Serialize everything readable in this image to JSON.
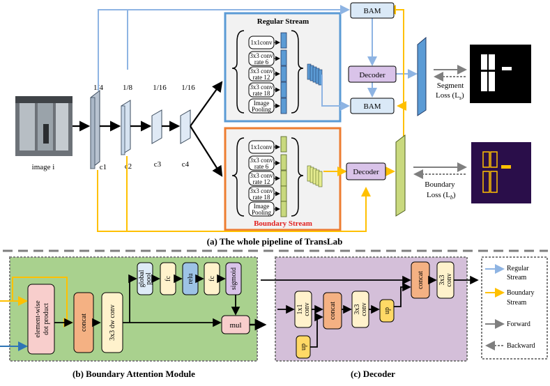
{
  "colors": {
    "regular_stream": "#8eb4e3",
    "boundary_stream": "#ffc000",
    "regular_box": "#5b9bd5",
    "boundary_box": "#ed7d31",
    "bam_fill": "#dae9f7",
    "decoder_fill": "#d9c3e9",
    "bam_module_bg": "#a9d18e",
    "decoder_module_bg": "#d4bfd9",
    "concat_fill": "#f4b183",
    "fc_fill": "#fff2cc",
    "relu_fill": "#9dc3e6",
    "sigmoid_fill": "#d9c3e9",
    "mul_fill": "#f8cecc",
    "regular_mask_fill": "#ffffff",
    "boundary_mask_fill": "#ffc000"
  },
  "pipeline": {
    "input_label": "image i",
    "scales": [
      "1/4",
      "1/8",
      "1/16",
      "1/16"
    ],
    "features": [
      "c1",
      "c2",
      "c3",
      "c4"
    ],
    "regular_stream_title": "Regular Stream",
    "boundary_stream_title": "Boundary Stream",
    "aspp_items": [
      {
        "line1": "1x1conv",
        "line2": ""
      },
      {
        "line1": "3x3 conv",
        "line2": "rate 6"
      },
      {
        "line1": "3x3 conv",
        "line2": "rate 12"
      },
      {
        "line1": "3x3 conv",
        "line2": "rate 18"
      },
      {
        "line1": "Image",
        "line2": "Pooling"
      }
    ],
    "bam_label": "BAM",
    "decoder_label": "Decoder",
    "segment_loss_line1": "Segment",
    "segment_loss_line2": "Loss (L",
    "segment_loss_sub": "s",
    "boundary_loss_line1": "Boundary",
    "boundary_loss_line2": "Loss (L",
    "boundary_loss_sub": "b",
    "caption": "(a) The whole pipeline of TransLab"
  },
  "bam_module": {
    "dot_product_line1": "element-wise",
    "dot_product_line2": "dot product",
    "concat": "concat",
    "dw_conv": "3x3 dw conv",
    "global_pool_line1": "global",
    "global_pool_line2": "pool",
    "fc": "fc",
    "relu": "relu",
    "sigmoid": "sigmoid",
    "mul": "mul",
    "caption": "(b) Boundary Attention Module"
  },
  "decoder_module": {
    "up": "up",
    "conv1x1_line1": "1x1",
    "conv1x1_line2": "conv",
    "concat": "concat",
    "conv3x3_line1": "3x3",
    "conv3x3_line2": "conv",
    "caption": "(c) Decoder"
  },
  "legend": {
    "regular_line1": "Regular",
    "regular_line2": "Stream",
    "boundary_line1": "Boundary",
    "boundary_line2": "Stream",
    "forward": "Forward",
    "backward": "Backward"
  }
}
